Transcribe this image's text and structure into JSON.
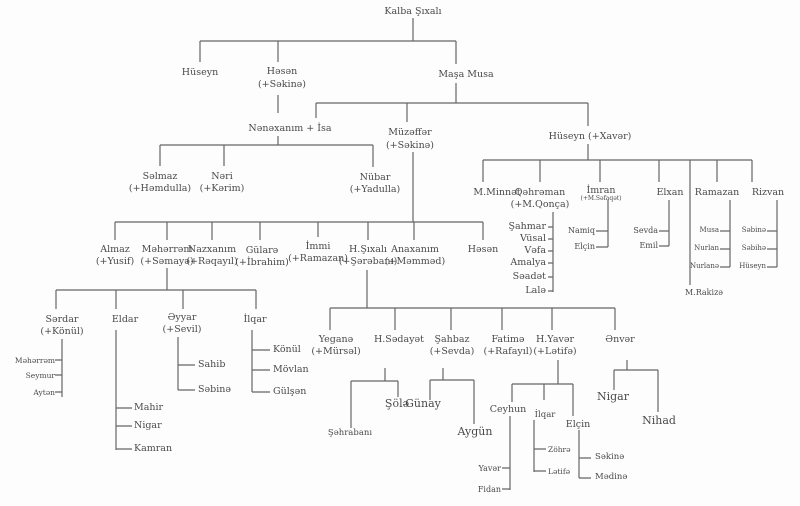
{
  "title": "Kalba Şıxalı",
  "labels": [
    "Kalba Şıxalı",
    "Hüseyn",
    "Həsən",
    "(+Səkinə)",
    "Maşa Musa",
    "Nənəxanım + İsa",
    "Müzəffər",
    "(+Səkinə)",
    "Hüseyn (+Xavər)",
    "Səlmaz",
    "(+Həmdulla)",
    "Nəri",
    "(+Kərim)",
    "Nübar",
    "(+Yadulla)",
    "M.Minnət",
    "Qəhrəman",
    "(+M.Qonça)",
    "İmran",
    "(+M.Səfaqət)",
    "Elxan",
    "Ramazan",
    "Rizvan",
    "Şahmar",
    "Vüsal",
    "Vəfa",
    "Amalya",
    "Səadət",
    "Lalə",
    "Namiq",
    "Elçin",
    "Sevda",
    "Emil",
    "Musa",
    "Nurlan",
    "Nurlanə",
    "Səbinə",
    "Səbihə",
    "Hüseyn",
    "M.Rakizə",
    "Almaz",
    "(+Yusif)",
    "Məhərrəm",
    "(+Səmayə)",
    "Nazxanım",
    "(+Rəqayıl)",
    "Gülarə",
    "(+İbrahim)",
    "İmmi",
    "(+Ramazan)",
    "H.Şıxalı",
    "(+Şərəbanı)",
    "Anaxanım",
    "(+Məmməd)",
    "Həsən",
    "Sərdar",
    "(+Könül)",
    "Eldar",
    "Əyyar",
    "(+Sevil)",
    "İlqar",
    "Məhərrəm",
    "Seymur",
    "Aytən",
    "Mahir",
    "Nigar",
    "Kamran",
    "Sahib",
    "Səbinə",
    "Könül",
    "Mövlan",
    "Gülşən",
    "Yeganə",
    "(+Mürsəl)",
    "H.Sədayət",
    "Şahbaz",
    "(+Sevda)",
    "Fatimə",
    "(+Rafayıl)",
    "H.Yavər",
    "(+Lətifə)",
    "Ənvər",
    "Şəhrabanı",
    "Şölə",
    "Günay",
    "Aygün",
    "Ceyhun",
    "İlqar",
    "Elçin",
    "Yavər",
    "Fidan",
    "Zöhrə",
    "Lətifə",
    "Səkinə",
    "Mədinə",
    "Nigar",
    "Nihad"
  ]
}
